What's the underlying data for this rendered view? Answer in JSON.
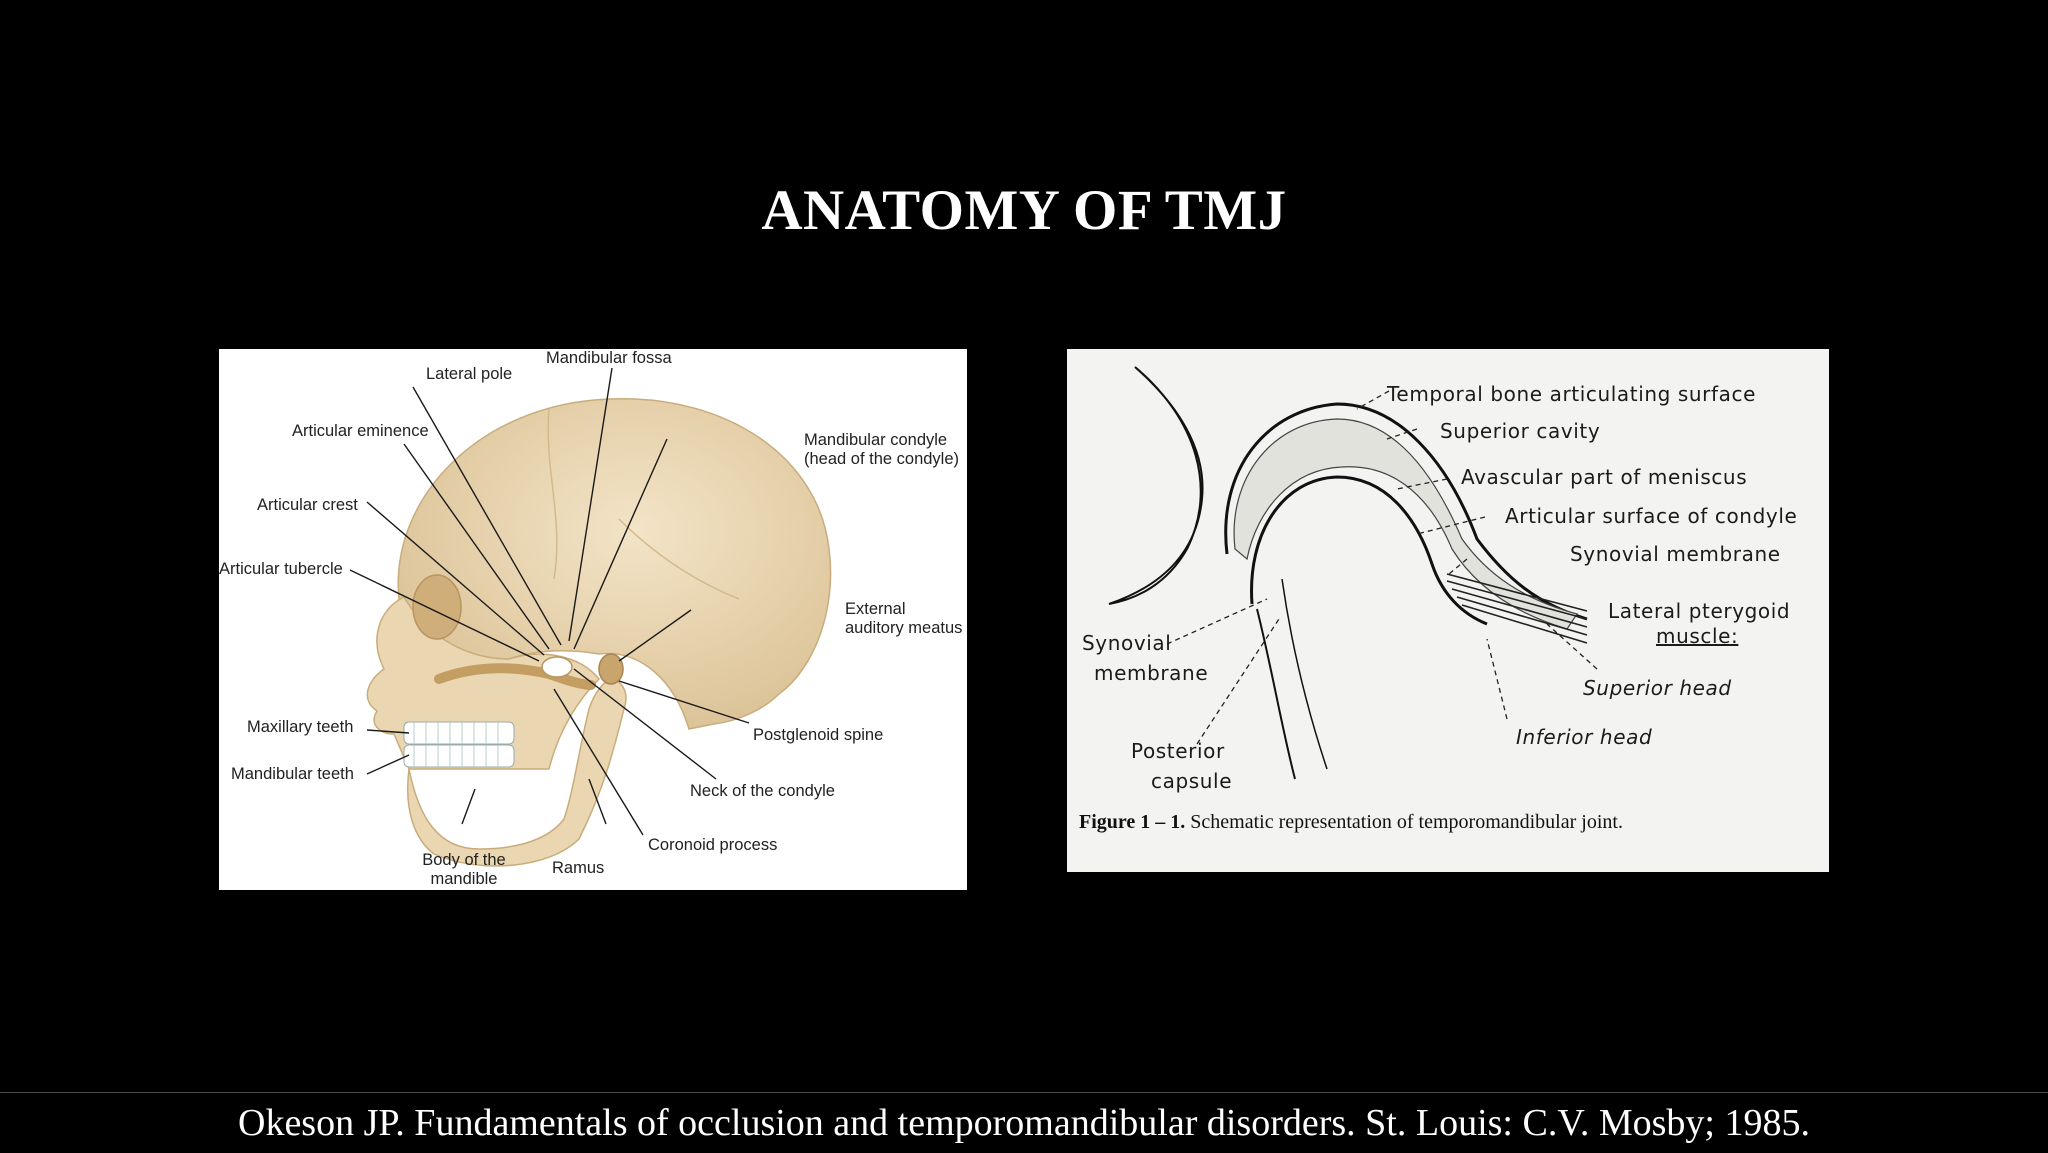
{
  "title": "ANATOMY OF TMJ",
  "skull_diagram": {
    "labels": {
      "mandibular_fossa": "Mandibular fossa",
      "lateral_pole": "Lateral pole",
      "articular_eminence": "Articular eminence",
      "articular_crest": "Articular crest",
      "articular_tubercle": "Articular tubercle",
      "mandibular_condyle": "Mandibular condyle",
      "mandibular_condyle_sub": "(head of the condyle)",
      "external_auditory_1": "External",
      "external_auditory_2": "auditory meatus",
      "maxillary_teeth": "Maxillary teeth",
      "mandibular_teeth": "Mandibular teeth",
      "postglenoid_spine": "Postglenoid spine",
      "neck_of_condyle": "Neck of the condyle",
      "coronoid_process": "Coronoid process",
      "body_of_mandible_1": "Body of the",
      "body_of_mandible_2": "mandible",
      "ramus": "Ramus"
    }
  },
  "schematic_diagram": {
    "labels": {
      "temporal_bone": "Temporal bone articulating surface",
      "superior_cavity": "Superior cavity",
      "avascular": "Avascular part of meniscus",
      "articular_surface": "Articular surface of condyle",
      "synovial_membrane_right": "Synovial membrane",
      "lateral_pterygoid_1": "Lateral pterygoid",
      "lateral_pterygoid_2": "muscle:",
      "superior_head": "Superior head",
      "inferior_head": "Inferior head",
      "synovial_left_1": "Synovial",
      "synovial_left_2": "membrane",
      "posterior_capsule_1": "Posterior",
      "posterior_capsule_2": "capsule"
    },
    "caption_prefix": "Figure 1 – 1.",
    "caption_text": " Schematic representation of temporomandibular joint."
  },
  "citation": "Okeson JP. Fundamentals of occlusion and temporomandibular disorders. St. Louis: C.V. Mosby; 1985."
}
